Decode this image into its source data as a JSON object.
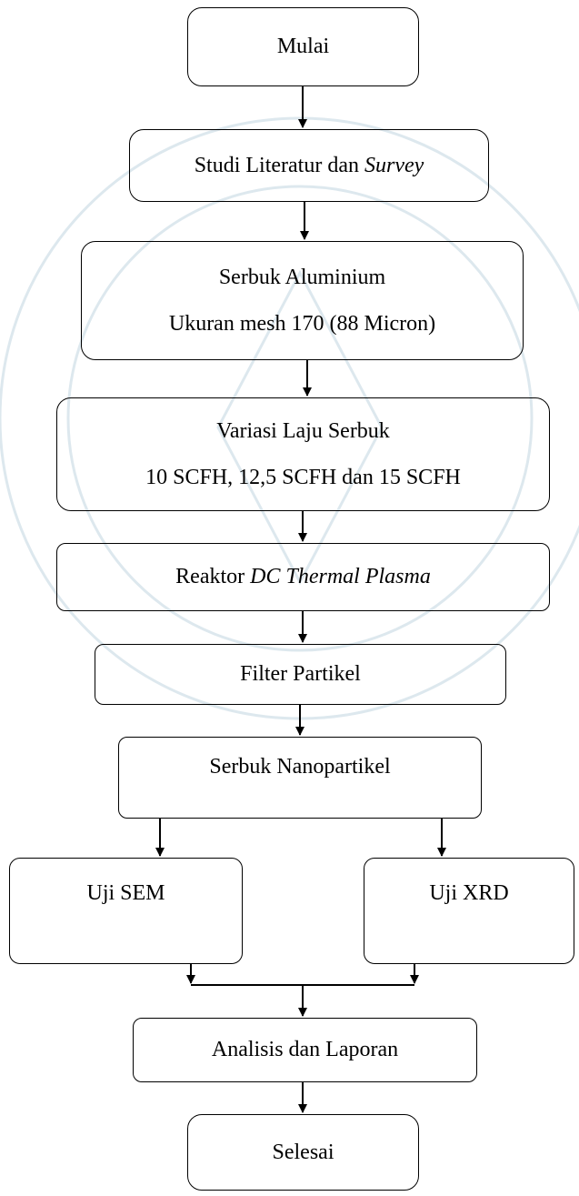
{
  "watermark": {
    "color": "#dde8ee"
  },
  "steps": {
    "mulai": "Mulai",
    "studi": {
      "text": "Studi Literatur dan ",
      "italic": "Survey"
    },
    "serbuk_aluminium": {
      "line1": "Serbuk Aluminium",
      "line2": "Ukuran mesh 170 (88 Micron)"
    },
    "variasi": {
      "line1": "Variasi Laju Serbuk",
      "line2": "10 SCFH, 12,5 SCFH dan 15 SCFH"
    },
    "reaktor": {
      "text": "Reaktor ",
      "italic": "DC Thermal Plasma"
    },
    "filter": "Filter Partikel",
    "nanopartikel": "Serbuk Nanopartikel",
    "uji_sem": "Uji SEM",
    "uji_xrd": "Uji XRD",
    "analisis": "Analisis dan Laporan",
    "selesai": "Selesai"
  }
}
